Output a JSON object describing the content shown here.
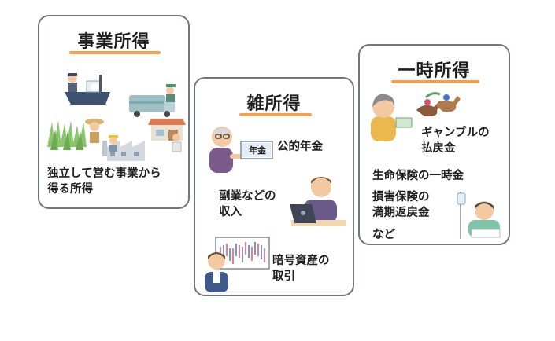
{
  "colors": {
    "accent_underline": "#f0a050",
    "card_border": "#6d7880"
  },
  "cards": [
    {
      "title": "事業所得",
      "description_lines": [
        "独立して営む事業から",
        "得る所得"
      ]
    },
    {
      "title": "雑所得",
      "items": [
        {
          "lines": [
            "公的年金"
          ],
          "tag": "年金"
        },
        {
          "lines": [
            "副業などの",
            "収入"
          ]
        },
        {
          "lines": [
            "暗号資産の",
            "取引"
          ]
        }
      ]
    },
    {
      "title": "一時所得",
      "items": [
        {
          "lines": [
            "ギャンブルの",
            "払戻金"
          ]
        },
        {
          "lines": [
            "生命保険の一時金"
          ]
        },
        {
          "lines": [
            "損害保険の",
            "満期返戻金"
          ]
        },
        {
          "lines": [
            "など"
          ]
        }
      ]
    }
  ],
  "icons": [
    "fishing-boat",
    "truck",
    "rice-field",
    "farmer",
    "factory",
    "shop",
    "elderly-person",
    "pension-card",
    "laptop-worker",
    "stock-chart-board",
    "investor",
    "horse-racing",
    "woman-with-ticket",
    "hospital-patient",
    "iv-drip"
  ]
}
